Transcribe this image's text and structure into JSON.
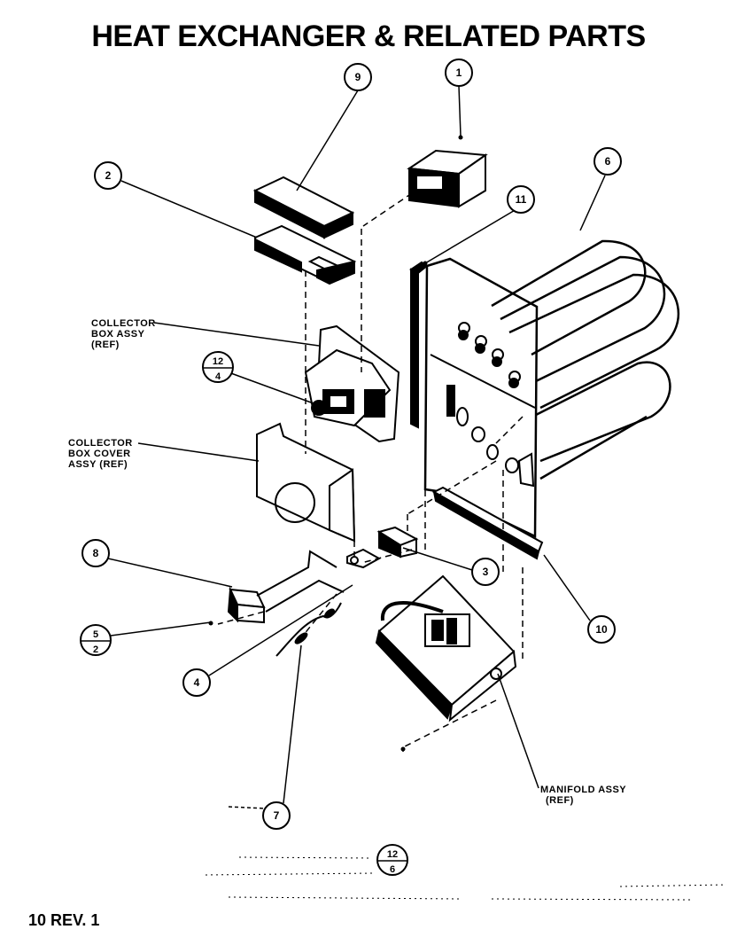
{
  "title": "HEAT EXCHANGER & RELATED PARTS",
  "footer": "10 REV. 1",
  "callouts": [
    "9",
    "1",
    "2",
    "11",
    "6",
    "8",
    "3",
    "10",
    "4",
    "7"
  ],
  "fraction_refs": [
    {
      "top": "12",
      "bottom": "4"
    },
    {
      "top": "5",
      "bottom": "2"
    },
    {
      "top": "12",
      "bottom": "6"
    }
  ],
  "ref_labels": {
    "collector_box": [
      "COLLECTOR",
      "BOX ASSY",
      "(REF)"
    ],
    "collector_box_cover": [
      "COLLECTOR",
      "BOX COVER",
      "ASSY (REF)"
    ],
    "manifold": [
      "MANIFOLD ASSY",
      "(REF)"
    ]
  }
}
